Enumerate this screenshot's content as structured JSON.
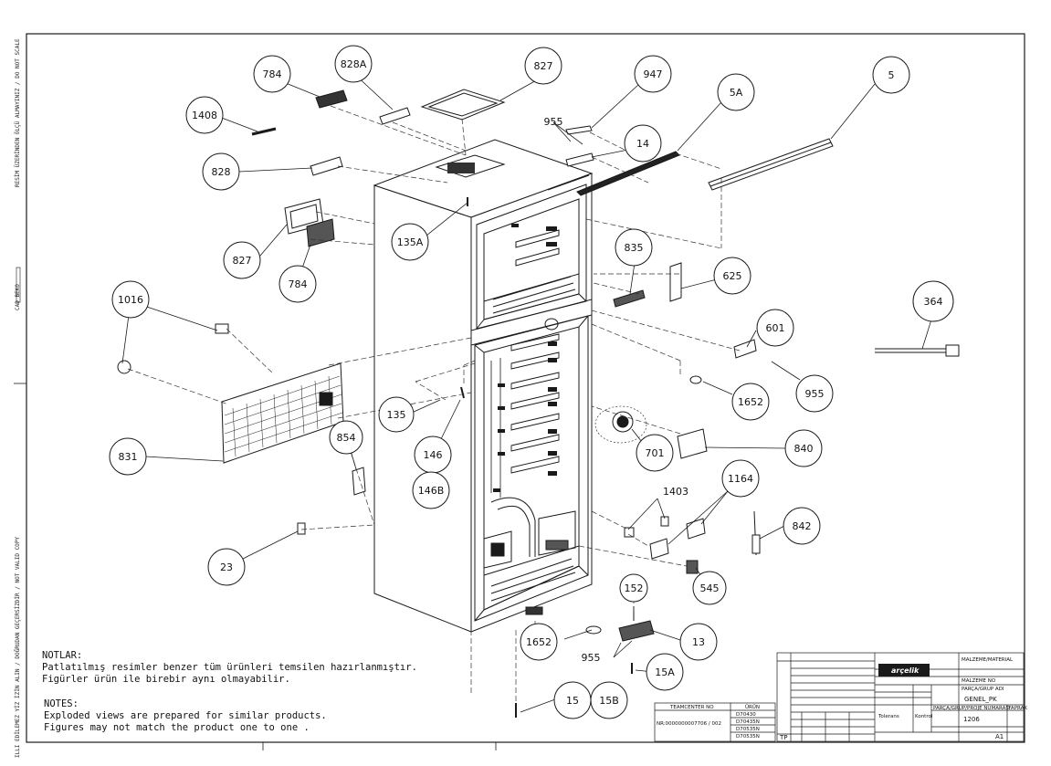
{
  "side_texts": {
    "top": "RESİM ÜZERİNDEN ÖLÇÜ ALMAYINIZ / DO NOT SCALE",
    "middle": "CAD BEKO",
    "bottom": "ILLI EDİLEMEZ YİZ İZİN ALIN / DOĞRUDAN GEÇERSİZDİR / NOT VALID COPY"
  },
  "callouts": [
    {
      "id": "784-top",
      "label": "784"
    },
    {
      "id": "828A",
      "label": "828A"
    },
    {
      "id": "827-top",
      "label": "827"
    },
    {
      "id": "947",
      "label": "947"
    },
    {
      "id": "5",
      "label": "5"
    },
    {
      "id": "1408",
      "label": "1408"
    },
    {
      "id": "955-top",
      "label": "955"
    },
    {
      "id": "5A",
      "label": "5A"
    },
    {
      "id": "14",
      "label": "14"
    },
    {
      "id": "828",
      "label": "828"
    },
    {
      "id": "135A",
      "label": "135A"
    },
    {
      "id": "827-mid",
      "label": "827"
    },
    {
      "id": "784-mid",
      "label": "784"
    },
    {
      "id": "835",
      "label": "835"
    },
    {
      "id": "625",
      "label": "625"
    },
    {
      "id": "364",
      "label": "364"
    },
    {
      "id": "1016",
      "label": "1016"
    },
    {
      "id": "601",
      "label": "601"
    },
    {
      "id": "955-right",
      "label": "955"
    },
    {
      "id": "1652-right",
      "label": "1652"
    },
    {
      "id": "135",
      "label": "135"
    },
    {
      "id": "854",
      "label": "854"
    },
    {
      "id": "840",
      "label": "840"
    },
    {
      "id": "701",
      "label": "701"
    },
    {
      "id": "831",
      "label": "831"
    },
    {
      "id": "146",
      "label": "146"
    },
    {
      "id": "146B",
      "label": "146B"
    },
    {
      "id": "1164",
      "label": "1164"
    },
    {
      "id": "1403",
      "label": "1403"
    },
    {
      "id": "842",
      "label": "842"
    },
    {
      "id": "23",
      "label": "23"
    },
    {
      "id": "545",
      "label": "545"
    },
    {
      "id": "152",
      "label": "152"
    },
    {
      "id": "1652-bottom",
      "label": "1652"
    },
    {
      "id": "13",
      "label": "13"
    },
    {
      "id": "955-bottom",
      "label": "955"
    },
    {
      "id": "15A",
      "label": "15A"
    },
    {
      "id": "15",
      "label": "15"
    },
    {
      "id": "15B",
      "label": "15B"
    }
  ],
  "notes": {
    "tr_heading": "NOTLAR:",
    "tr_line1": "Patlatılmış  resimler benzer tüm ürünleri temsilen  hazırlanmıştır.",
    "tr_line2": "Figürler ürün ile birebir aynı olmayabilir.",
    "en_heading": "NOTES:",
    "en_line1": "Exploded views are prepared for similar products.",
    "en_line2": "Figures  may not match the product one to one ."
  },
  "teamcenter": {
    "header_left": "TEAMCENTER NO",
    "header_right": "ÜRÜN",
    "number": "NR:0000000007706 / 002",
    "products": [
      "D70430",
      "D70435N",
      "D70535N",
      "D70535N"
    ]
  },
  "title_block": {
    "brand": "arçelik",
    "material_label": "MALZEME/MATERIAL",
    "part_no_label": "MALZEME NO",
    "group_label": "PARÇA/GRUP ADI",
    "group_value": "GENEL_PK",
    "drawing_no_label": "PARÇA/GRUP/PROJE NUMARASI",
    "drawing_no_value": "1206",
    "sheet_label": "YAPRAK",
    "size_value": "A1",
    "tp_label": "TP",
    "tolerance_label": "Tolerans",
    "control_label": "Kontrol"
  },
  "colors": {
    "line": "#1a1a1a",
    "leader_dash": "#333333",
    "callout_fill": "#ffffff"
  }
}
